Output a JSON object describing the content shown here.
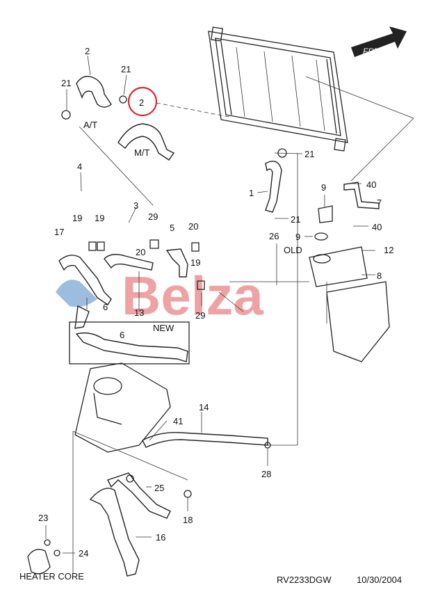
{
  "watermark": {
    "text": "Belza",
    "color": "#e2575b",
    "accent": "#4a86c5"
  },
  "fwd_arrow": "FRT",
  "callouts": {
    "n2_top": "2",
    "n21_a": "21",
    "n21_b": "21",
    "n2_circle": "2",
    "at": "A/T",
    "mt": "M/T",
    "n21_c": "21",
    "n4": "4",
    "n3": "3",
    "n1": "1",
    "n21_d": "21",
    "n9_a": "9",
    "n40_a": "40",
    "n7": "7",
    "n40_b": "40",
    "n17": "17",
    "n19_a": "19",
    "n19_b": "19",
    "n29_a": "29",
    "n5": "5",
    "n20_a": "20",
    "n20_b": "20",
    "n26": "26",
    "n9_b": "9",
    "old": "OLD",
    "n12": "12",
    "n19_c": "19",
    "n8": "8",
    "n6_a": "6",
    "n13": "13",
    "n29_b": "29",
    "new": "NEW",
    "n6_b": "6",
    "n14": "14",
    "n41": "41",
    "n28": "28",
    "n25": "25",
    "n18": "18",
    "n23": "23",
    "n24": "24",
    "n16": "16"
  },
  "heater_core": "HEATER CORE",
  "footer": {
    "code": "RV2233DGW",
    "date": "10/30/2004"
  },
  "colors": {
    "line": "#222222",
    "highlight_circle": "#d9262c"
  }
}
